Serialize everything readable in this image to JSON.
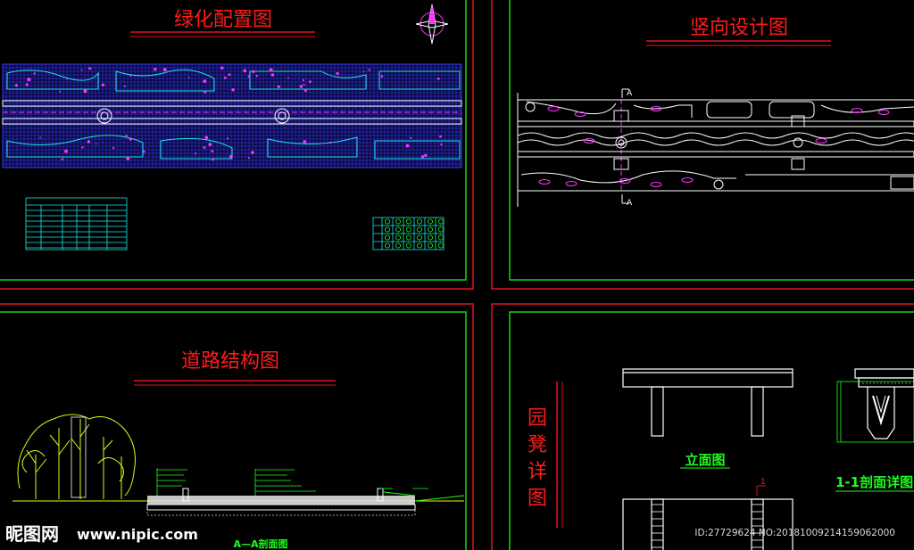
{
  "panels": {
    "planting": {
      "title": "绿化配置图"
    },
    "vertical": {
      "title": "竖向设计图",
      "section_mark": "A"
    },
    "road": {
      "title": "道路结构图",
      "section_label": "A—A剖面图"
    },
    "bench": {
      "title_chars": [
        "园",
        "凳",
        "详",
        "图"
      ],
      "elevation_label": "立面图",
      "section_label": "1-1剖面详图",
      "section_number": "1"
    }
  },
  "watermark": {
    "logo": "昵图网",
    "url": "www.nipic.com",
    "id_text": "ID:27729624 NO:20181009214159062000"
  },
  "colors": {
    "frame_red": "#e0141e",
    "frame_green": "#13d613",
    "title_red": "#ff1a1a",
    "label_green": "#19ff19",
    "cad_blue": "#3a3aff",
    "cad_magenta": "#ff33ff",
    "cad_white": "#ffffff"
  }
}
